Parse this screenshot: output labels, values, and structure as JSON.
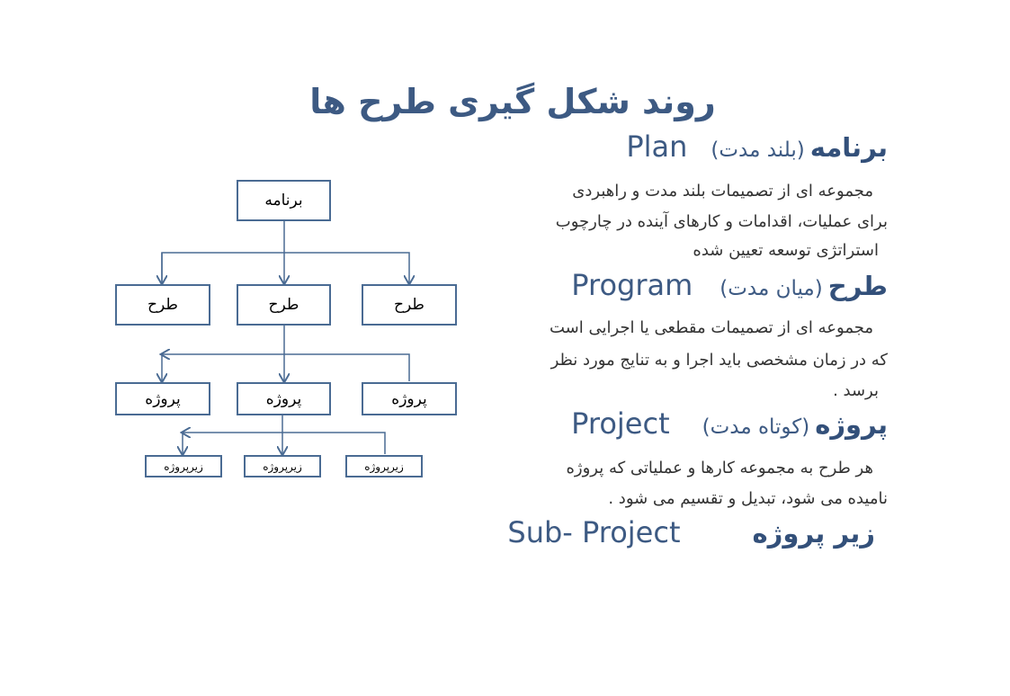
{
  "title": "روند شکل گیری  طرح ها",
  "diagram": {
    "root": "برنامه",
    "level2": [
      "طرح",
      "طرح",
      "طرح"
    ],
    "level3": [
      "پروژه",
      "پروژه",
      "پروژه"
    ],
    "level4": [
      "زیرپروژه",
      "زیرپروژه",
      "زیرپروژه"
    ],
    "line_color": "#4a6b93"
  },
  "definitions": [
    {
      "fa": "برنامه",
      "paren": "(بلند مدت)",
      "en": "Plan",
      "lines": [
        "مجموعه ای از تصمیمات بلند مدت و راهبردی",
        "برای عملیات، اقدامات و کارهای آینده در چارچوب",
        "استراتژی توسعه تعیین شده"
      ]
    },
    {
      "fa": "طرح",
      "paren": "(میان مدت)",
      "en": "Program",
      "lines": [
        "مجموعه ای از تصمیمات مقطعی یا اجرایی است",
        "که در زمان مشخصی باید اجرا و به تنایج مورد نظر",
        "برسد ."
      ]
    },
    {
      "fa": "پروژه",
      "paren": "(کوتاه مدت)",
      "en": "Project",
      "lines": [
        "هر طرح به مجموعه کارها و عملیاتی که پروژه",
        "نامیده می شود، تبدیل و تقسیم می شود ."
      ]
    },
    {
      "fa": "زیر پروژه",
      "en": "Sub- Project"
    }
  ],
  "colors": {
    "title": "#3d5a83",
    "accent": "#4a6b93"
  }
}
